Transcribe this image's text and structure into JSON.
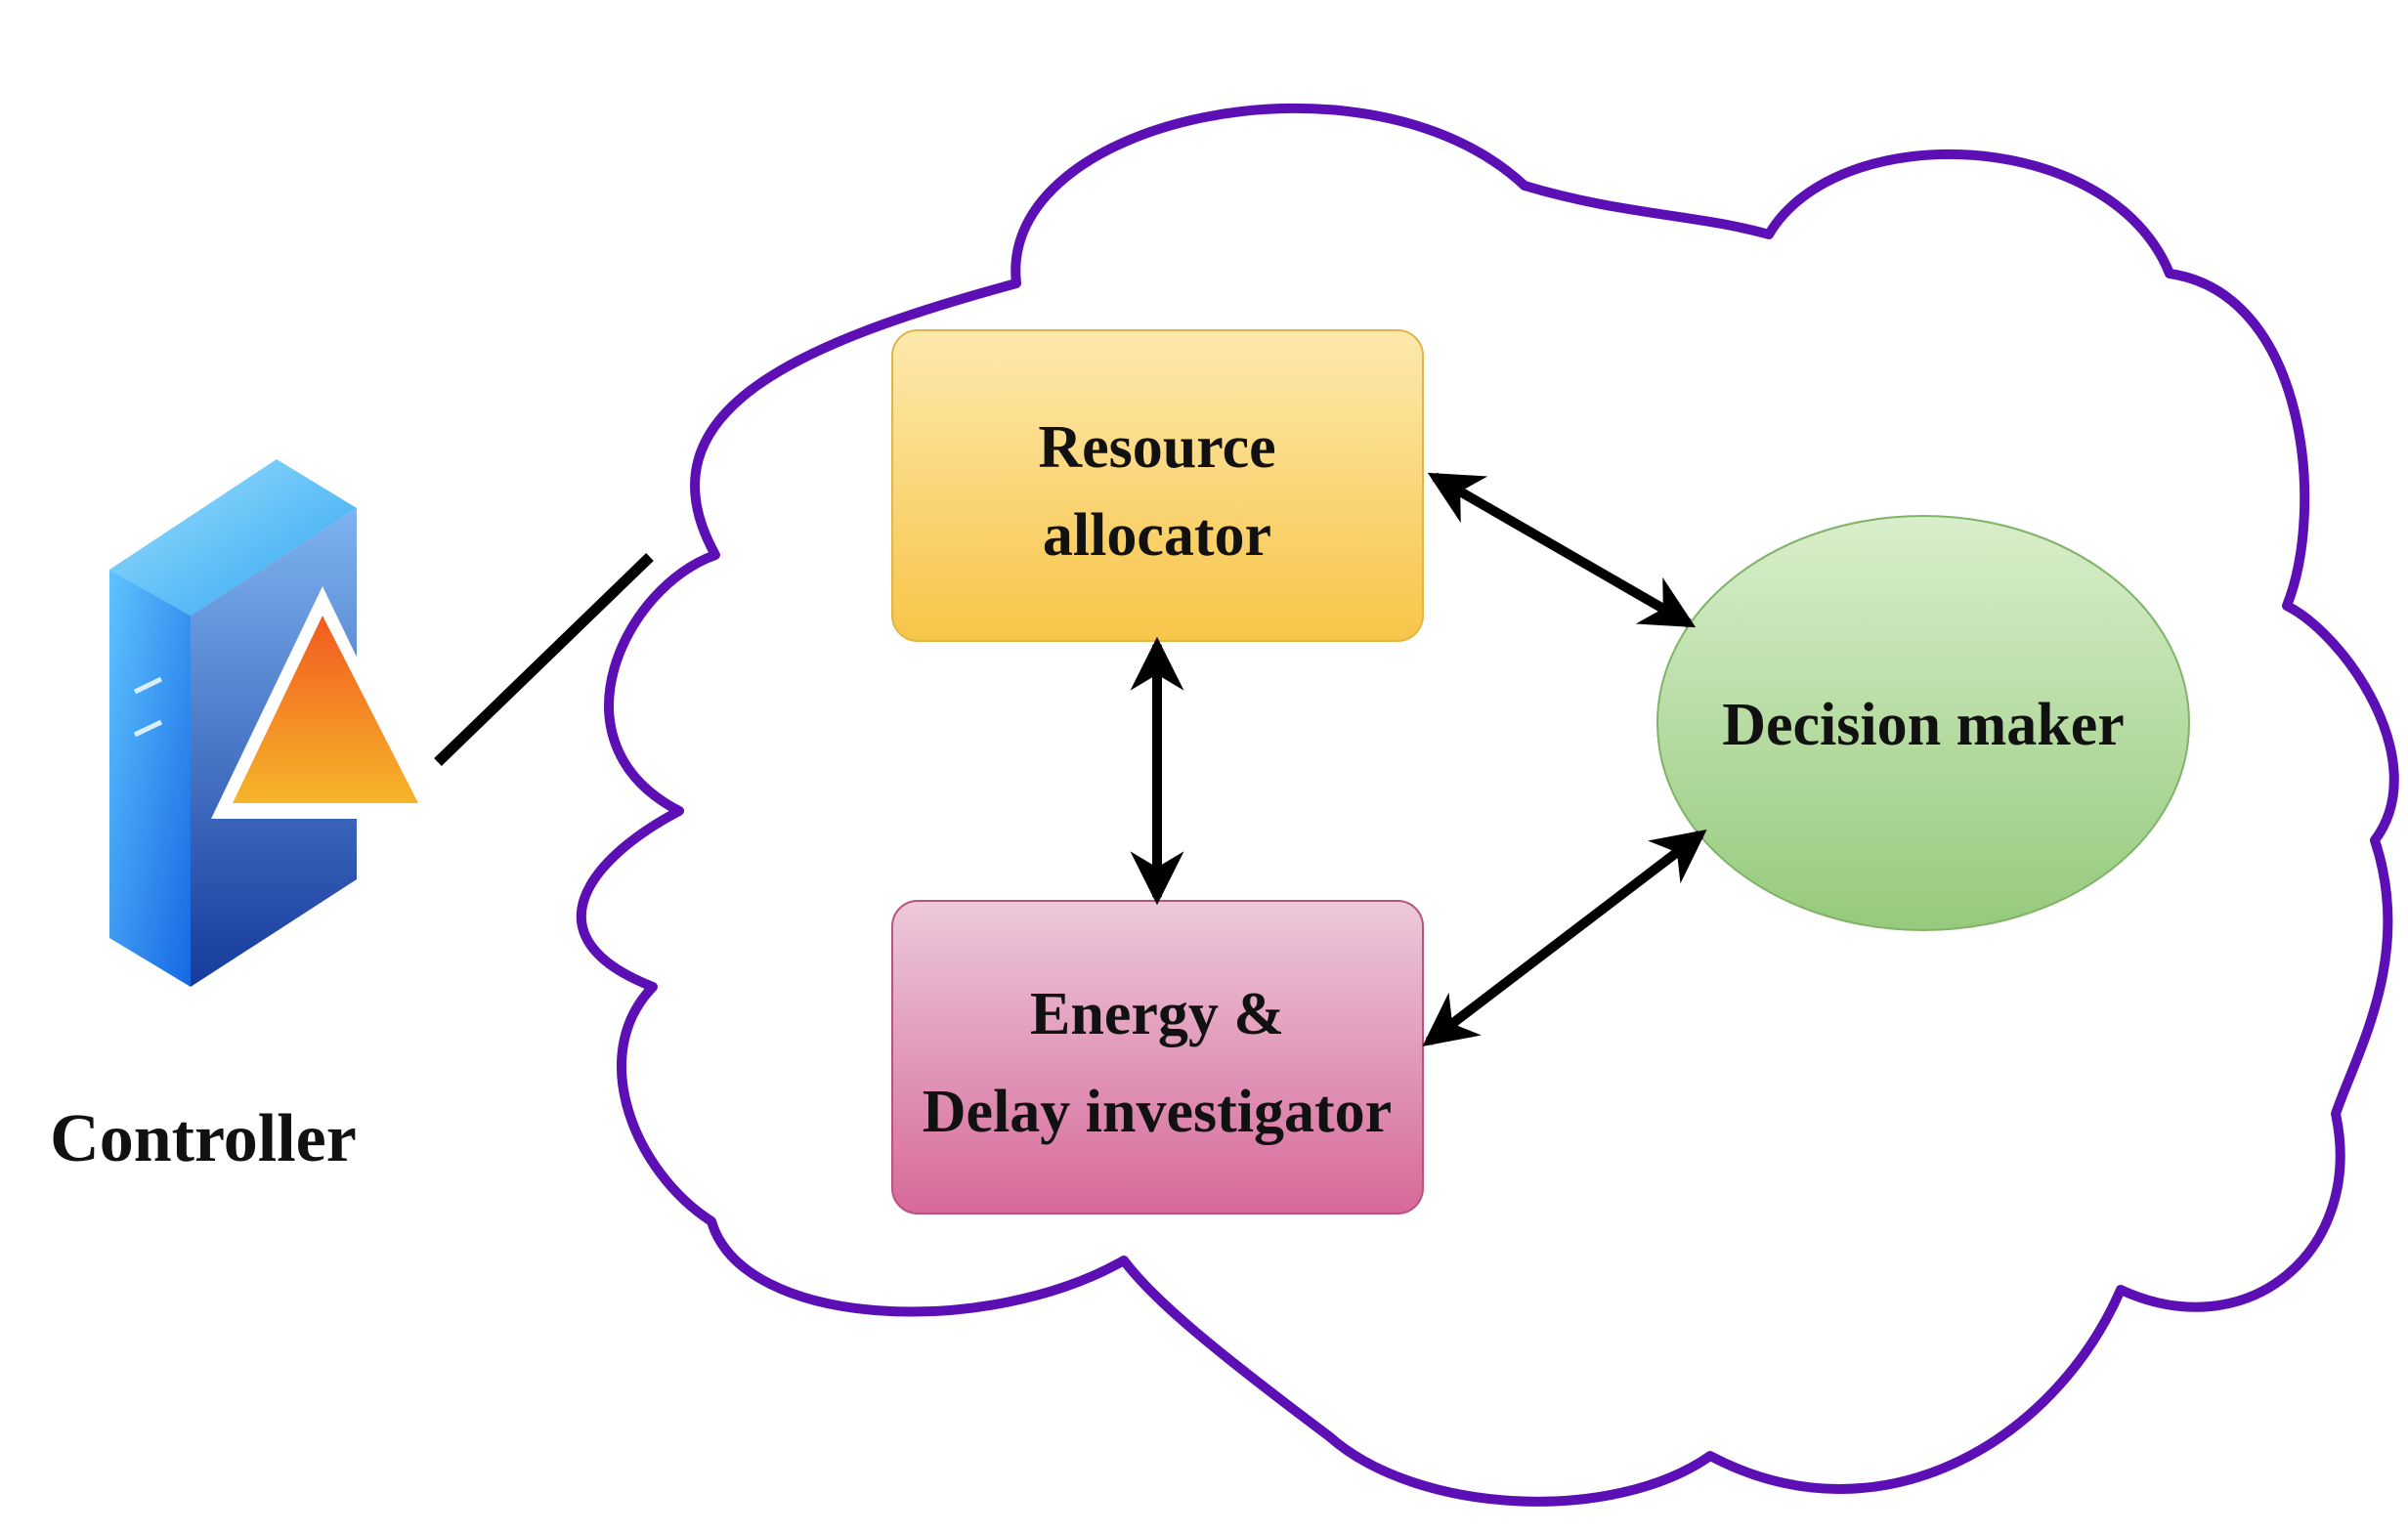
{
  "nodes": {
    "resource_allocator": {
      "line1": "Resource",
      "line2": "allocator"
    },
    "energy_delay": {
      "line1": "Energy &",
      "line2": "Delay investigator"
    },
    "decision_maker": {
      "label": "Decision maker"
    },
    "controller": {
      "label": "Controller"
    }
  },
  "colors": {
    "cloud_outline": "#5b0fb4",
    "resource_fill_top": "#fde7a6",
    "resource_fill_bottom": "#f7c548",
    "energy_fill_top": "#e9c3d6",
    "energy_fill_bottom": "#d86e96",
    "decision_fill_top": "#d6ecc8",
    "decision_fill_bottom": "#99cc7f",
    "server_blue": "#1f6fd6",
    "triangle_orange": "#f39a1a"
  },
  "icons": {
    "controller": "server-icon"
  }
}
